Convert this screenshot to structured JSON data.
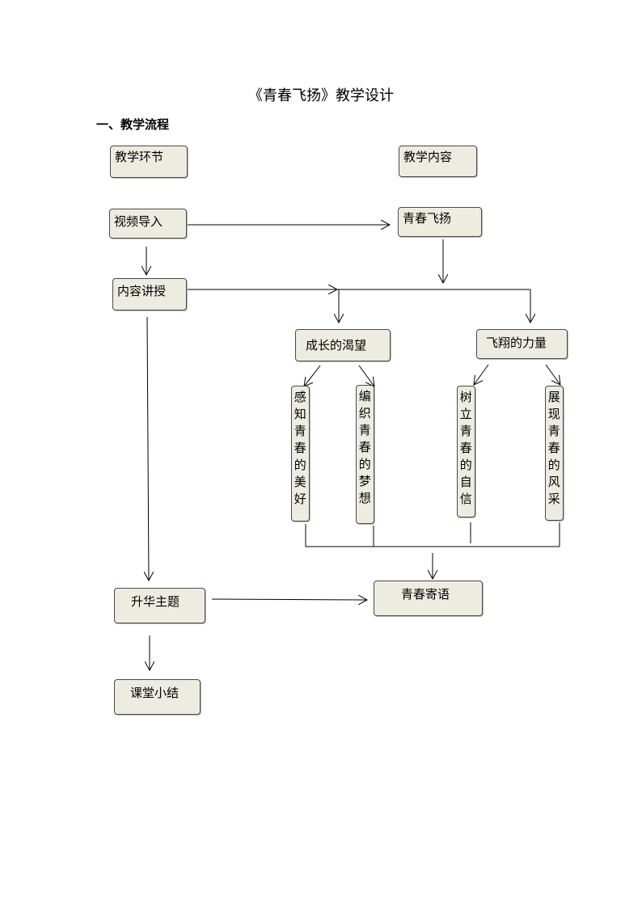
{
  "title": "《青春飞扬》教学设计",
  "section": "一、教学流程",
  "boxes": {
    "stage_header": "教学环节",
    "content_header": "教学内容",
    "video_intro": "视频导入",
    "youth_fly": "青春飞扬",
    "lecture": "内容讲授",
    "growth_desire": "成长的渴望",
    "fly_power": "飞翔的力量",
    "perceive_beauty": "感知青春的美好",
    "weave_dream": "编织青春的梦想",
    "build_confidence": "树立青春的自信",
    "show_style": "展现青春的风采",
    "sublimate": "升华主题",
    "youth_message": "青春寄语",
    "summary": "课堂小结"
  }
}
